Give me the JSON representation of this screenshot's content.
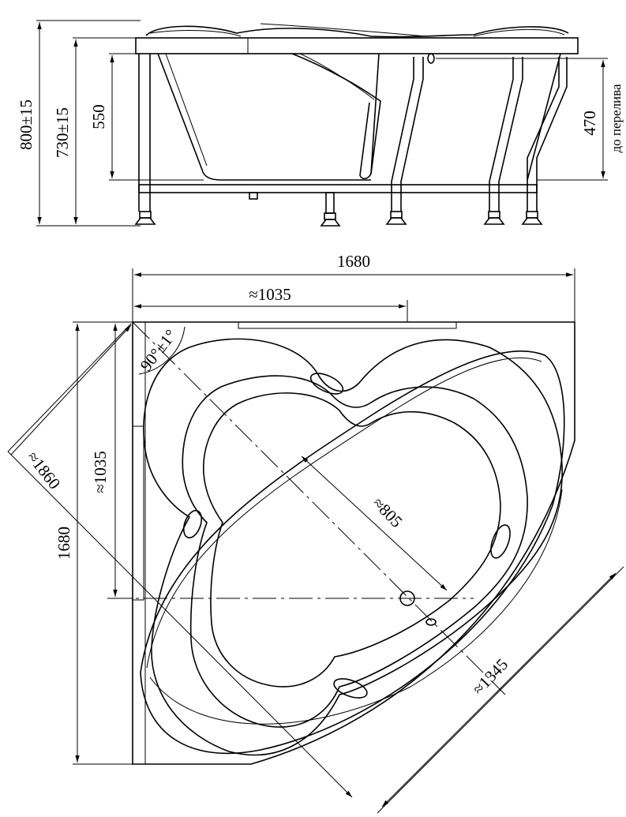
{
  "side_view": {
    "dimensions": {
      "total_height": "800±15",
      "rim_height": "730±15",
      "inner_depth": "550",
      "overflow_height": "470",
      "overflow_note": "до перелива"
    }
  },
  "plan_view": {
    "dimensions": {
      "width": "1680",
      "height": "1680",
      "side_length_top": "≈1035",
      "side_length_left": "≈1035",
      "corner_angle": "90°±1°",
      "diagonal_total": "≈1860",
      "inner_diagonal": "≈805",
      "front_width": "≈1345"
    }
  }
}
